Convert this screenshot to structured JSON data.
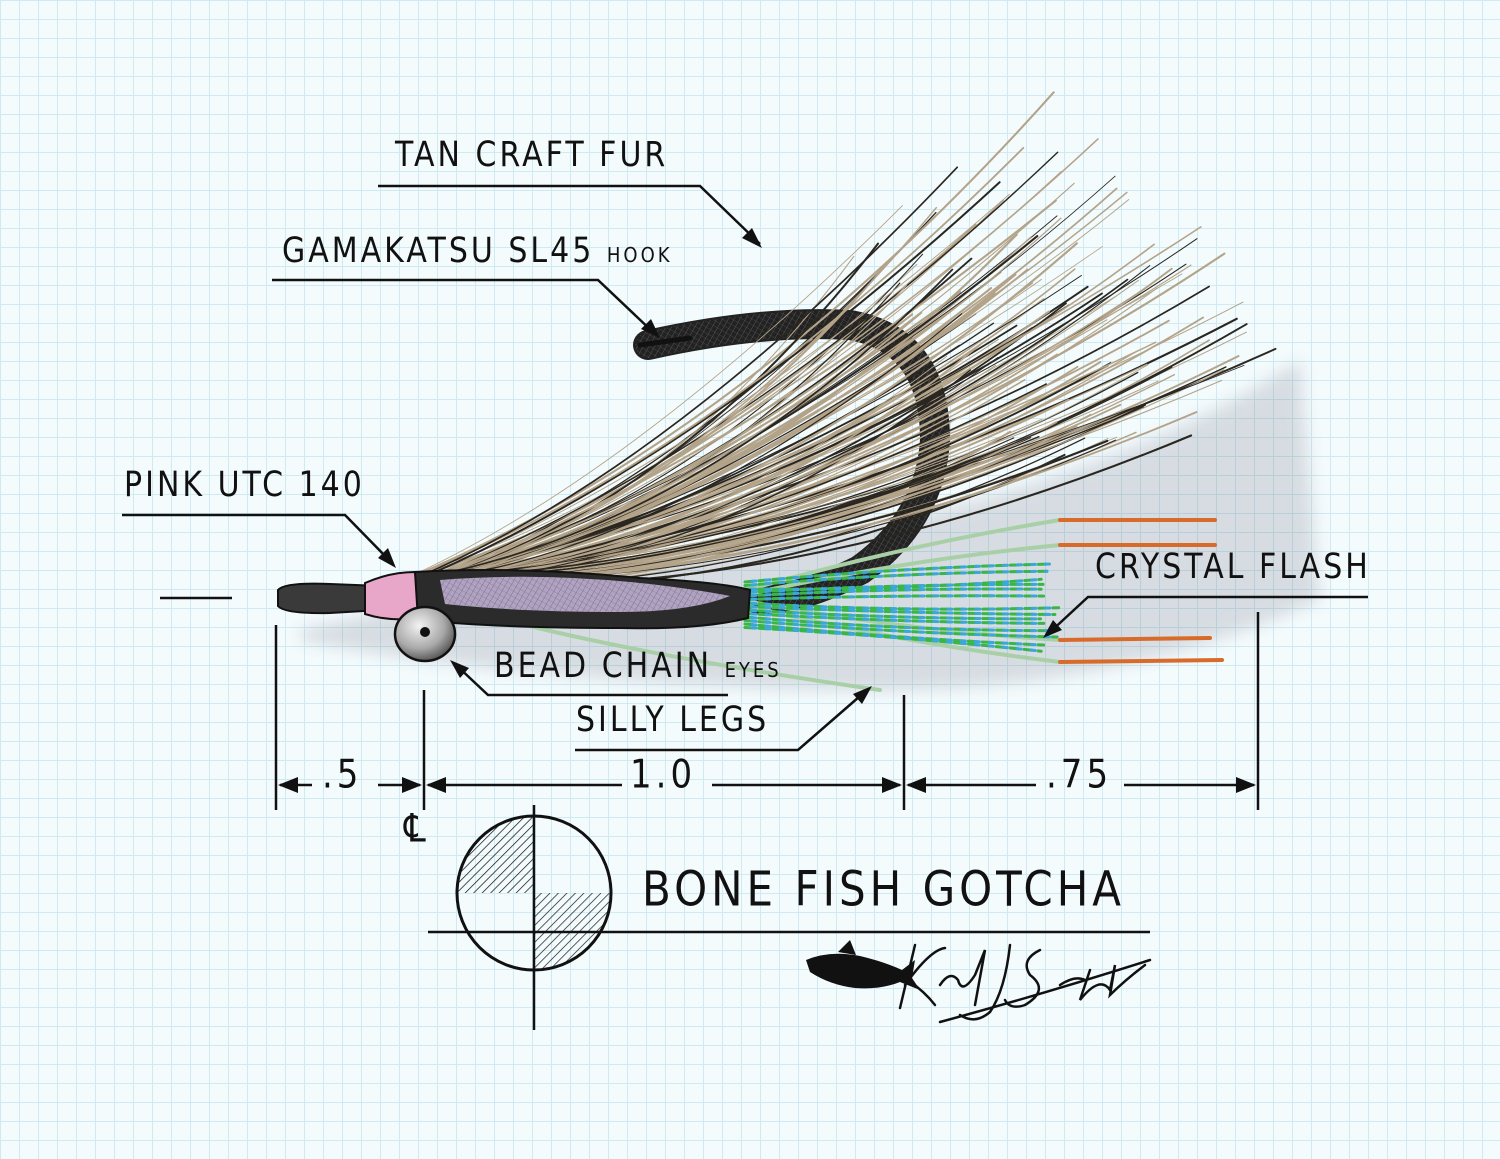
{
  "title": "Bone Fish Gotcha",
  "callouts": {
    "tan_craft_fur": "Tan Craft Fur",
    "hook": "Gamakatsu SL45",
    "hook_suffix": "hook",
    "thread": "Pink UTC 140",
    "crystal_flash": "Crystal Flash",
    "bead_chain": "Bead Chain",
    "bead_chain_suffix": "eyes",
    "silly_legs": "Silly Legs"
  },
  "dimensions": {
    "head": ".5",
    "body": "1.0",
    "tail": ".75",
    "centerline_mark": "℄"
  },
  "signature": "Karl J Schmidt",
  "colors": {
    "grid": "#cfeaf2",
    "paper": "#f4fbfd",
    "ink": "#111111",
    "fur": "#b3a389",
    "thread": "#e8a6c9",
    "body_flash": "#c9b7de",
    "legs": "#a9cfa7",
    "leg_tips": "#d86a2a",
    "flash_green": "#39b54a",
    "flash_blue": "#3aa8d8"
  }
}
